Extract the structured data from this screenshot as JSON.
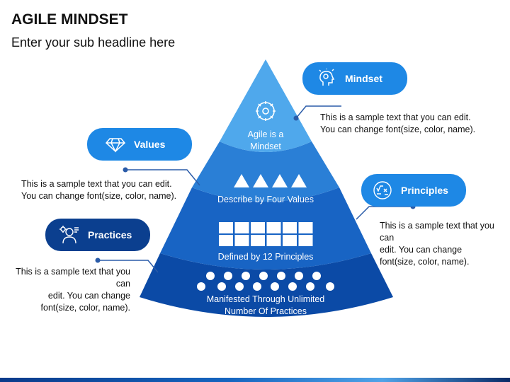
{
  "header": {
    "title": "AGILE MINDSET",
    "subtitle": "Enter your sub headline here"
  },
  "pyramid": {
    "tiers": [
      {
        "label": "Agile is a Mindset",
        "line1": "Agile is a",
        "line2": "Mindset",
        "color": "#4fa8ec"
      },
      {
        "label": "Describe by Four Values",
        "color": "#2a7fd6"
      },
      {
        "label": "Defined by 12 Principles",
        "color": "#1864c4"
      },
      {
        "label": "Manifested Through Unlimited Number Of Practices",
        "line1": "Manifested Through Unlimited",
        "line2": "Number Of Practices",
        "color": "#0b4aa6"
      }
    ]
  },
  "callouts": {
    "mindset": {
      "label": "Mindset",
      "icon": "head-gears-icon",
      "text_line1": "This is a sample text that you can edit.",
      "text_line2": "You can change font(size, color, name)."
    },
    "values": {
      "label": "Values",
      "icon": "diamond-icon",
      "text_line1": "This is a sample text that you can edit.",
      "text_line2": "You can change font(size, color, name)."
    },
    "principles": {
      "label": "Principles",
      "icon": "formula-board-icon",
      "text_line1": "This is a sample text that you can",
      "text_line2": "edit. You can change",
      "text_line3": "font(size, color, name)."
    },
    "practices": {
      "label": "Practices",
      "icon": "person-gear-icon",
      "text_line1": "This is a sample text that you can",
      "text_line2": "edit. You can change",
      "text_line3": "font(size, color, name)."
    }
  },
  "colors": {
    "light_blue": "#1e88e5",
    "dark_blue": "#0b3f8f",
    "connector": "#2a5ba8"
  }
}
